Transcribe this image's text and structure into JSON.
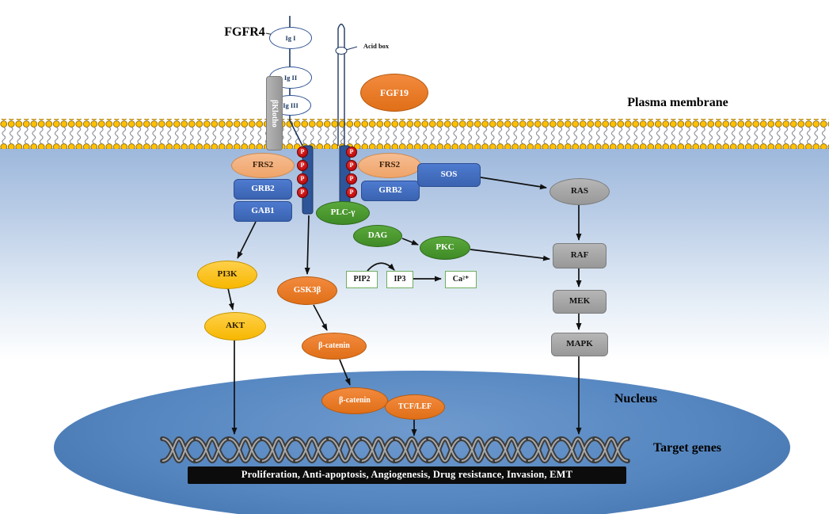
{
  "labels": {
    "fgfr4": "FGFR4",
    "ig1": "Ig I",
    "ig2": "Ig II",
    "ig3": "Ig III",
    "acid_box": "Acid box",
    "fgf19": "FGF19",
    "bklotho": "βKlotho",
    "plasma_membrane": "Plasma membrane",
    "phospho": "P",
    "frs2": "FRS2",
    "grb2": "GRB2",
    "gab1": "GAB1",
    "sos": "SOS",
    "plc_gamma": "PLC-γ",
    "dag": "DAG",
    "pkc": "PKC",
    "pip2": "PIP2",
    "ip3": "IP3",
    "ca": "Ca²⁺",
    "pi3k": "PI3K",
    "akt": "AKT",
    "gsk3b": "GSK3β",
    "b_catenin": "β-catenin",
    "tcf_lef": "TCF/LEF",
    "ras": "RAS",
    "raf": "RAF",
    "mek": "MEK",
    "mapk": "MAPK",
    "nucleus": "Nucleus",
    "target_genes": "Target genes",
    "outcomes": "Proliferation, Anti-apoptosis, Angiogenesis, Drug resistance, Invasion, EMT"
  },
  "colors": {
    "fgf_orange": "#ED7D31",
    "frs2_tan": "#F4B183",
    "adapter_blue": "#4472C4",
    "plc_green": "#4EA72E",
    "pi3k_gold": "#FFC000",
    "kinase_gray": "#A6A6A6",
    "phospho_red": "#C00000",
    "nucleus_blue": "#4E81BD",
    "membrane_yellow": "#FFC000"
  }
}
